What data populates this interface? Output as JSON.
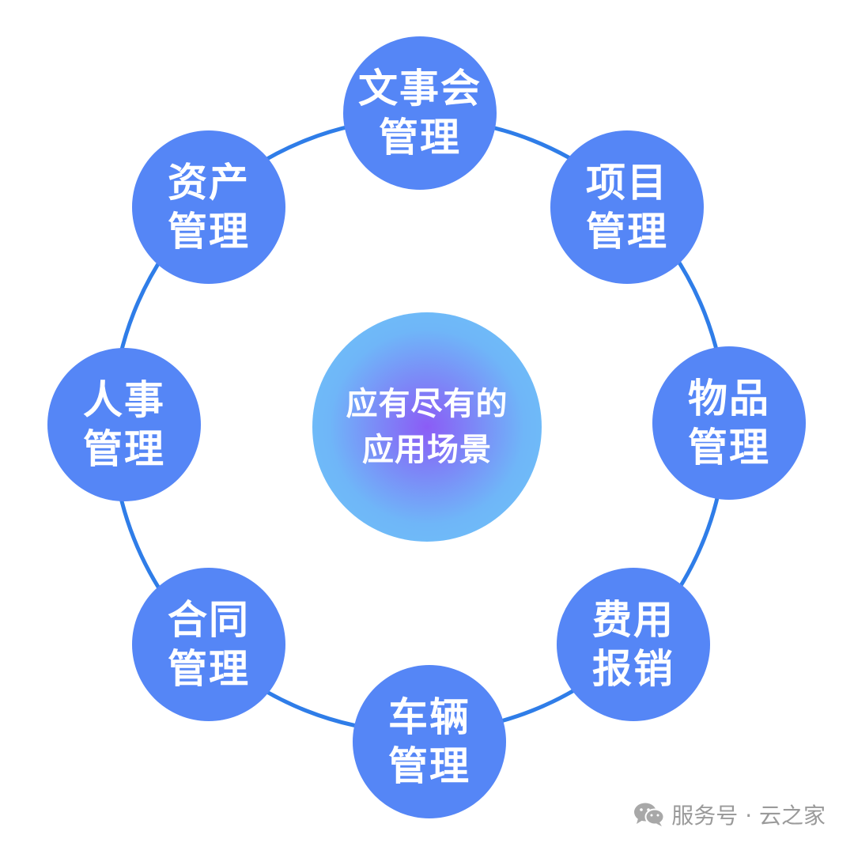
{
  "center": {
    "label": "应有尽有的\n应用场景"
  },
  "nodes": [
    {
      "id": "wenshihui",
      "label": "文事会\n管理"
    },
    {
      "id": "xiangmu",
      "label": "项目\n管理"
    },
    {
      "id": "wupin",
      "label": "物品\n管理"
    },
    {
      "id": "feiyong",
      "label": "费用\n报销"
    },
    {
      "id": "cheliang",
      "label": "车辆\n管理"
    },
    {
      "id": "hetong",
      "label": "合同\n管理"
    },
    {
      "id": "renshi",
      "label": "人事\n管理"
    },
    {
      "id": "zichan",
      "label": "资产\n管理"
    }
  ],
  "watermark": {
    "icon": "wechat-icon",
    "text": "服务号 · 云之家"
  },
  "colors": {
    "node": "#5586f6",
    "ring": "#2f7de8",
    "center_inner": "#8b5cf6",
    "center_outer": "#6ec4f9",
    "watermark": "#9a9a9a"
  }
}
